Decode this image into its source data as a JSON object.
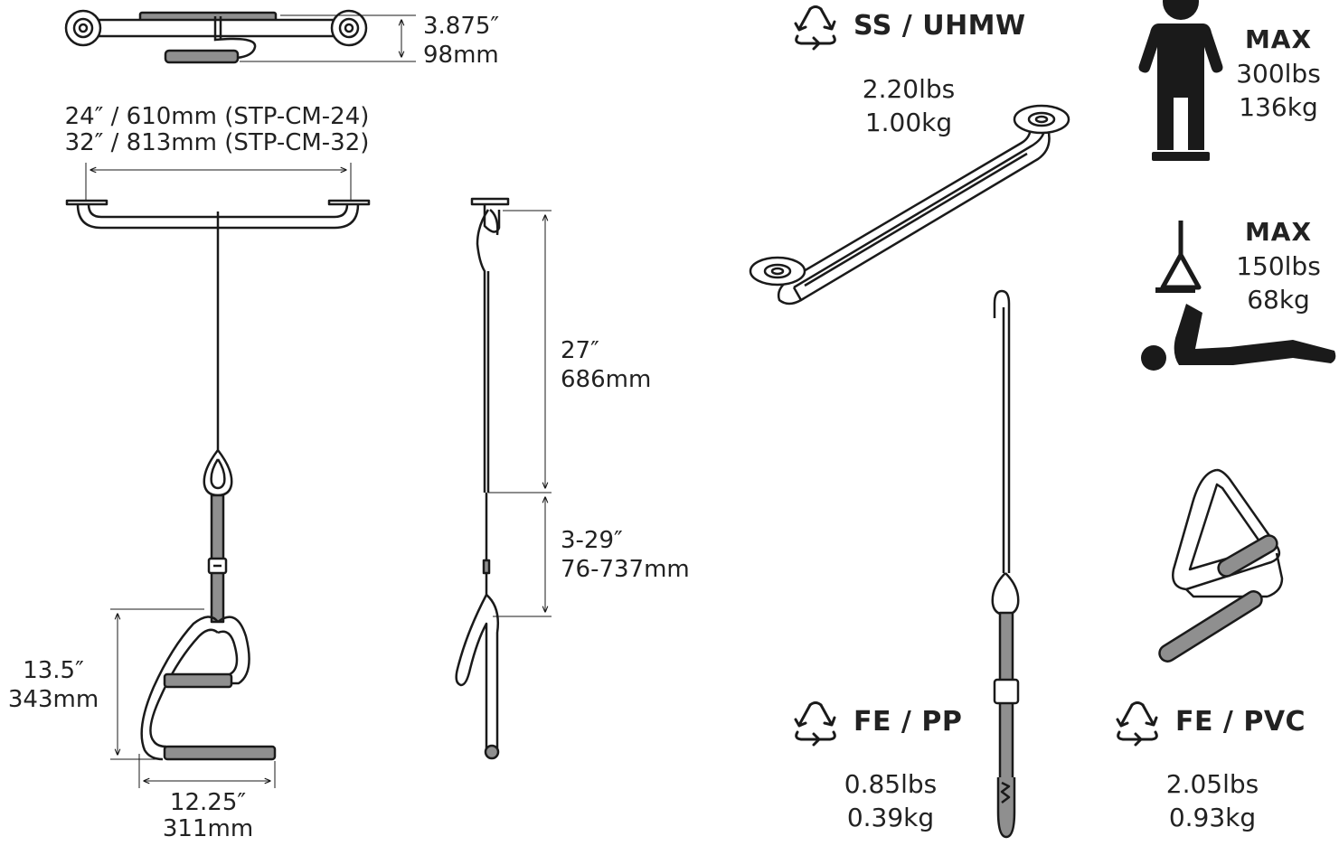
{
  "dimensions": {
    "depth": {
      "in": "3.875″",
      "mm": "98mm"
    },
    "width": {
      "line1": "24″ / 610mm (STP-CM-24)",
      "line2": "32″ / 813mm (STP-CM-32)"
    },
    "drop": {
      "in": "27″",
      "mm": "686mm"
    },
    "adjust": {
      "in": "3-29″",
      "mm": "76-737mm"
    },
    "handle_height": {
      "in": "13.5″",
      "mm": "343mm"
    },
    "handle_width": {
      "in": "12.25″",
      "mm": "311mm"
    }
  },
  "materials": [
    {
      "label": "SS / UHMW",
      "weight_lbs": "2.20lbs",
      "weight_kg": "1.00kg",
      "icon": "recycle-icon"
    },
    {
      "label": "FE / PP",
      "weight_lbs": "0.85lbs",
      "weight_kg": "0.39kg",
      "icon": "recycle-icon"
    },
    {
      "label": "FE / PVC",
      "weight_lbs": "2.05lbs",
      "weight_kg": "0.93kg",
      "icon": "recycle-icon"
    }
  ],
  "ratings": {
    "standing": {
      "heading": "MAX",
      "lbs": "300lbs",
      "kg": "136kg",
      "icon": "standing-person-icon"
    },
    "hanging": {
      "heading": "MAX",
      "lbs": "150lbs",
      "kg": "68kg",
      "icon": "reclining-person-icon"
    }
  },
  "colors": {
    "line": "#1a1a1a",
    "grip": "#8f8f8f",
    "paper": "#ffffff"
  }
}
